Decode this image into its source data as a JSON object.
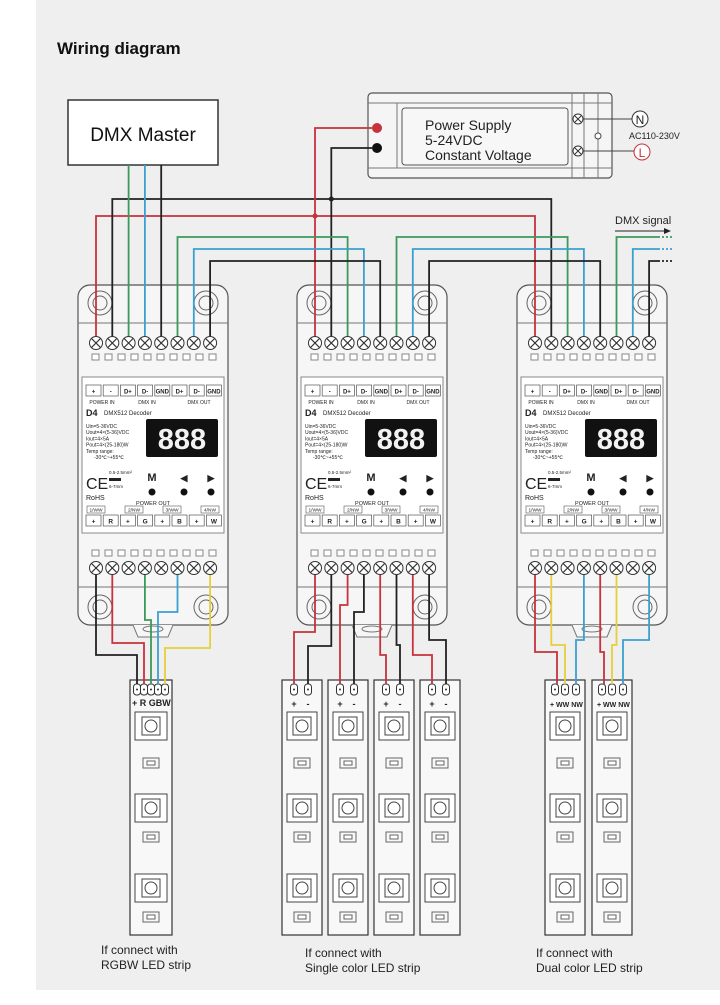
{
  "title": "Wiring diagram",
  "dmx_master": {
    "label": "DMX Master"
  },
  "power_supply": {
    "line1": "Power Supply",
    "line2": "5-24VDC",
    "line3": "Constant Voltage",
    "ac_label": "AC110-230V",
    "neutral": "N",
    "live": "L"
  },
  "dmx_signal": "DMX signal",
  "colors": {
    "red": "#c8323c",
    "black": "#222222",
    "green": "#3a9a5a",
    "blue": "#3aa0d0",
    "yellow": "#e6cf3c",
    "background": "#efefef"
  },
  "decoder": {
    "top_terminals": [
      "+",
      "-",
      "D+",
      "D-",
      "GND",
      "D+",
      "D-",
      "GND"
    ],
    "power_in": "POWER IN",
    "dmx_in": "DMX IN",
    "dmx_out": "DMX OUT",
    "model": "D4",
    "name": "DMX512 Decoder",
    "specs": [
      "Uin=5-36VDC",
      "Uout=4×(5-36)VDC",
      "Iout=4×5A",
      "Pout=4×(25-180)W",
      "Temp range:",
      "-30℃~+55℃"
    ],
    "display": "888",
    "ce": "CE",
    "rohs": "RoHS",
    "wire_size": "0.5-2.5mm²",
    "strip_length": "6-7mm",
    "buttons": [
      "M",
      "◀",
      "▶"
    ],
    "power_out": "POWER OUT",
    "channel_labels": [
      "1/WW",
      "2/NW",
      "3/WW",
      "4/NW"
    ],
    "bottom_terminals": [
      "+",
      "R",
      "+",
      "G",
      "+",
      "B",
      "+",
      "W"
    ]
  },
  "strips": {
    "rgbw_pins": "+ R GBW",
    "single_pins": [
      "+",
      "-"
    ],
    "dual_pins": "+ WW NW"
  },
  "captions": [
    {
      "line1": "If connect with",
      "line2": "RGBW LED strip"
    },
    {
      "line1": "If connect with",
      "line2": "Single color LED strip"
    },
    {
      "line1": "If connect with",
      "line2": "Dual color LED strip"
    }
  ]
}
